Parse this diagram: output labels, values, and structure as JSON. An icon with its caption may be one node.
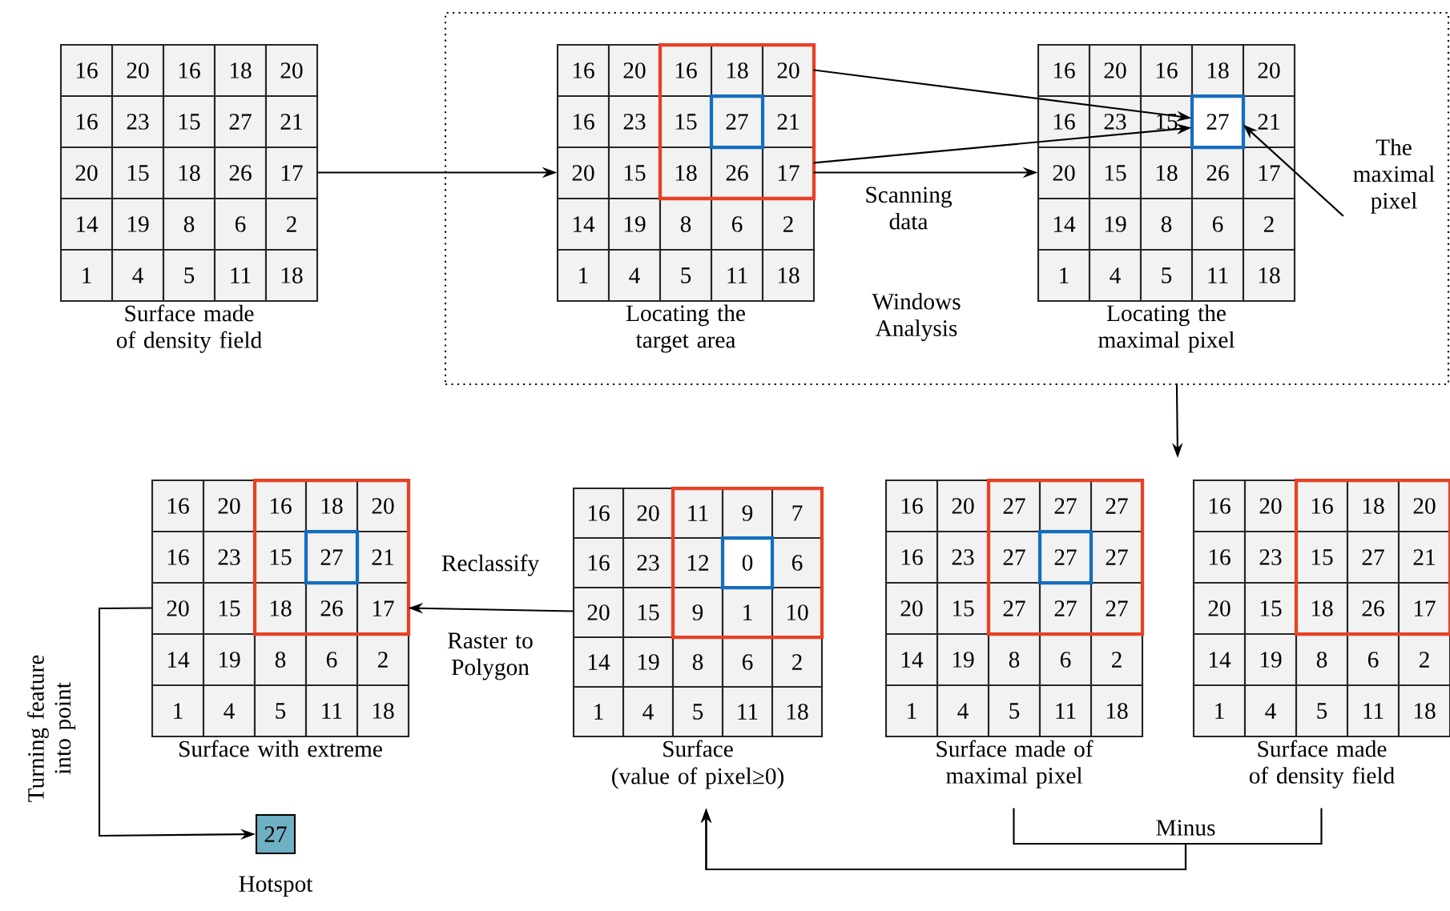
{
  "diagram": {
    "nodes": [
      {
        "text": [
          "16",
          "20",
          "16",
          "18",
          "20",
          "16",
          "23",
          "15",
          "27",
          "21",
          "20",
          "15",
          "18",
          "26",
          "17",
          "14",
          "19",
          "8",
          "6",
          "2",
          "1",
          "4",
          "5",
          "11",
          "18",
          "Surface made of density field"
        ]
      },
      {
        "text": [
          "Windows Analysis"
        ]
      },
      {
        "text": [
          "16",
          "20",
          "16",
          "18",
          "20",
          "16",
          "23",
          "15",
          "27",
          "21",
          "20",
          "15",
          "18",
          "26",
          "17",
          "14",
          "19",
          "8",
          "6",
          "2",
          "1",
          "4",
          "5",
          "11",
          "18",
          "Locating the target area"
        ],
        "in": 1
      },
      {
        "text": [
          "16",
          "20",
          "16",
          "18",
          "20",
          "16",
          "23",
          "15",
          "27",
          "21",
          "20",
          "15",
          "18",
          "26",
          "17",
          "14",
          "19",
          "8",
          "6",
          "2",
          "1",
          "4",
          "5",
          "11",
          "18",
          "Locating the maximal pixel"
        ],
        "in": 1
      },
      {
        "text": [
          "The maximal pixel"
        ],
        "in": 1
      },
      {
        "text": [
          "16",
          "20",
          "16",
          "18",
          "20",
          "16",
          "23",
          "15",
          "27",
          "21",
          "20",
          "15",
          "18",
          "26",
          "17",
          "14",
          "19",
          "8",
          "6",
          "2",
          "1",
          "4",
          "5",
          "11",
          "18",
          "Surface with extreme"
        ]
      },
      {
        "text": [
          "27"
        ],
        "beside": [
          "Hotspot"
        ]
      },
      {
        "text": [
          "16",
          "20",
          "11",
          "9",
          "7",
          "16",
          "23",
          "12",
          "0",
          "6",
          "20",
          "15",
          "9",
          "1",
          "10",
          "14",
          "19",
          "8",
          "6",
          "2",
          "1",
          "4",
          "5",
          "11",
          "18",
          "Surface",
          "(value of pixel≥0)"
        ]
      },
      {
        "text": [
          "16",
          "20",
          "27",
          "27",
          "27",
          "16",
          "23",
          "27",
          "27",
          "27",
          "20",
          "15",
          "27",
          "27",
          "27",
          "14",
          "19",
          "8",
          "6",
          "2",
          "1",
          "4",
          "5",
          "11",
          "18",
          "Surface made of maximal pixel"
        ]
      },
      {
        "text": [
          "16",
          "20",
          "16",
          "18",
          "20",
          "16",
          "23",
          "15",
          "27",
          "21",
          "20",
          "15",
          "18",
          "26",
          "17",
          "14",
          "19",
          "8",
          "6",
          "2",
          "1",
          "4",
          "5",
          "11",
          "18",
          "Surface made of density field"
        ]
      }
    ],
    "edges": [
      {
        "from": 0,
        "to": 2,
        "arrow": "to"
      },
      {
        "from": 2,
        "to": 3,
        "arrow": "to"
      },
      {
        "from": 2,
        "to": 3,
        "arrow": "to"
      },
      {
        "from": 2,
        "to": 3,
        "arrow": "to",
        "label": "Scanning data"
      },
      {
        "from": 4,
        "to": 3,
        "arrow": "to"
      },
      {
        "from": 1,
        "to": null,
        "arrow": "to"
      },
      {
        "from": 7,
        "to": 5,
        "arrow": "to",
        "label": "Reclassify"
      },
      {
        "from": 5,
        "to": 6,
        "arrow": "to",
        "label": "Turning feature into point"
      },
      {
        "from": 8,
        "to": 7,
        "arrow": "to",
        "label": "Minus"
      },
      {
        "from": 9,
        "to": 7,
        "arrow": "to"
      }
    ],
    "labels": [
      "Raster to Polygon"
    ]
  }
}
